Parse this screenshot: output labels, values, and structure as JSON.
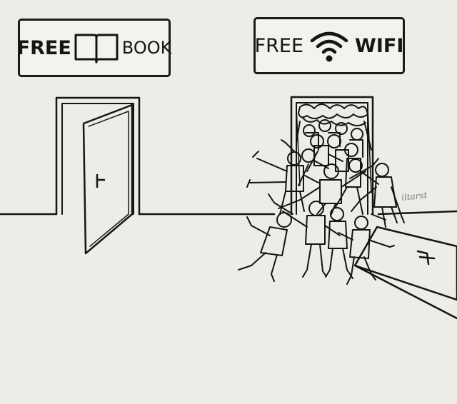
{
  "signs": {
    "book": {
      "word_free": "FREE",
      "word_item": "BOOK",
      "icon": "open-book-icon"
    },
    "wifi": {
      "word_free": "FREE",
      "word_item": "WIFI",
      "icon": "wifi-icon"
    }
  },
  "signature": "iltarst",
  "colors": {
    "ink": "#1a1a1a",
    "paper": "#edece6"
  }
}
